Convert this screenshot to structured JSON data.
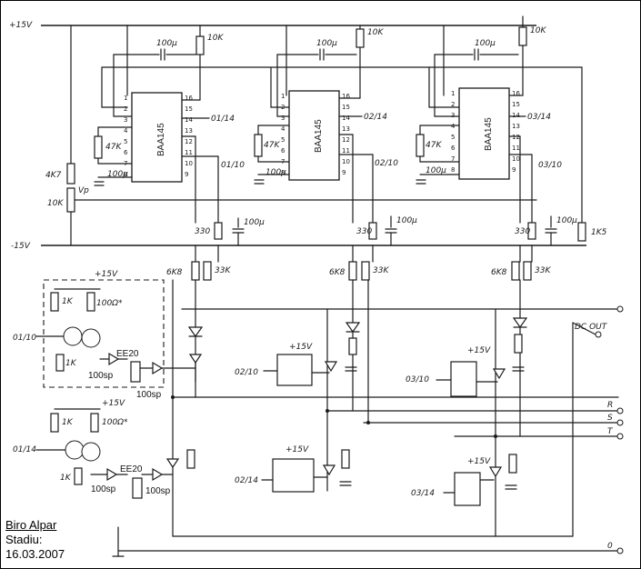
{
  "rails": {
    "pos": "+15V",
    "neg": "-15V"
  },
  "ics": [
    {
      "name": "BAA145",
      "cap": "100µ",
      "r_top": "10K",
      "r_side": "47K",
      "cap_lo": "100µ",
      "out_a": "01/14",
      "out_b": "01/10",
      "pot_a": "4K7",
      "pot_b": "10K",
      "pot_c": "Vp"
    },
    {
      "name": "BAA145",
      "cap": "100µ",
      "r_top": "10K",
      "r_side": "47K",
      "cap_lo": "100µ",
      "out_a": "02/14",
      "out_b": "02/10"
    },
    {
      "name": "BAA145",
      "cap": "100µ",
      "r_top": "10K",
      "r_side": "47K",
      "cap_lo": "100µ",
      "out_a": "03/14",
      "out_b": "03/10"
    }
  ],
  "pins_left": [
    "1",
    "2",
    "3",
    "4",
    "5",
    "6",
    "7",
    "8"
  ],
  "pins_right": [
    "16",
    "15",
    "14",
    "13",
    "12",
    "11",
    "10",
    "9"
  ],
  "supply": {
    "r330": "330",
    "c100": "100µ",
    "r1k5": "1K5"
  },
  "dividers": [
    {
      "a": "6K8",
      "b": "33K"
    },
    {
      "a": "6K8",
      "b": "33K"
    },
    {
      "a": "6K8",
      "b": "33K"
    }
  ],
  "drivers": [
    {
      "in": "01/10",
      "r1": "1K",
      "r2": "1K",
      "r3": "100Ω*",
      "v": "+15V",
      "cap": "100sp",
      "trafo": "EE20",
      "cap2": "100sp"
    },
    {
      "in": "01/14",
      "r1": "1K",
      "r2": "1K",
      "r3": "100Ω*",
      "v": "+15V",
      "cap": "100sp",
      "trafo": "EE20",
      "cap2": "100sp"
    }
  ],
  "thyristor_blocks": [
    {
      "label": "02/10",
      "v": "+15V"
    },
    {
      "label": "03/10",
      "v": "+15V"
    },
    {
      "label": "02/14",
      "v": "+15V"
    },
    {
      "label": "03/14",
      "v": "+15V"
    }
  ],
  "outputs": {
    "dc_out": "DC OUT",
    "r": "R",
    "s": "S",
    "t": "T",
    "zero": "0"
  },
  "title_block": {
    "author": "Biro Alpar",
    "stage_label": "Stadiu:",
    "date": "16.03.2007"
  }
}
